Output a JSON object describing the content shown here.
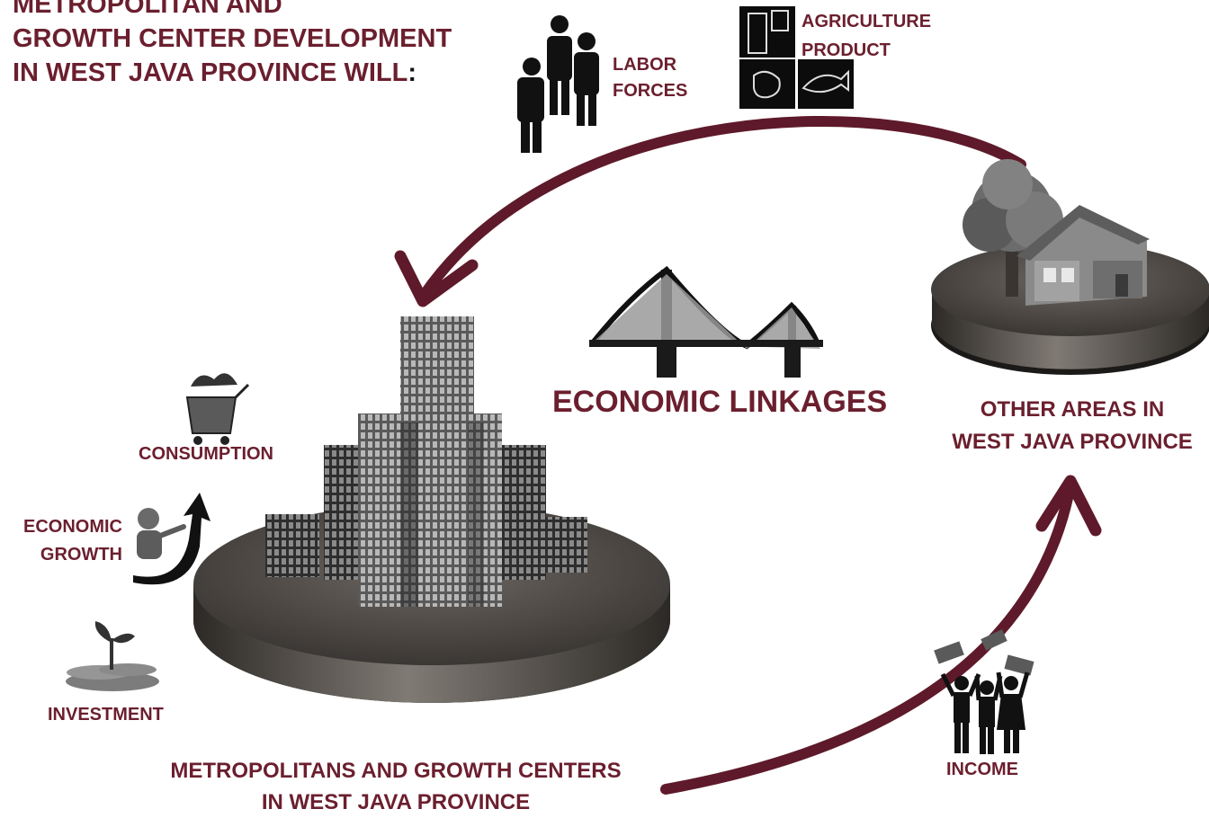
{
  "title": {
    "line1": "METROPOLITAN AND",
    "line2": "GROWTH CENTER DEVELOPMENT",
    "line3": "IN WEST JAVA PROVINCE WILL",
    "line3_suffix": ":"
  },
  "labels": {
    "labor_forces_1": "LABOR",
    "labor_forces_2": "FORCES",
    "agriculture_1": "AGRICULTURE",
    "agriculture_2": "PRODUCT",
    "economic_linkages": "ECONOMIC LINKAGES",
    "other_areas_1": "OTHER AREAS IN",
    "other_areas_2": "WEST JAVA PROVINCE",
    "consumption": "CONSUMPTION",
    "economic_growth_1": "ECONOMIC",
    "economic_growth_2": "GROWTH",
    "investment": "INVESTMENT",
    "metro_1": "METROPOLITANS AND GROWTH CENTERS",
    "metro_2": "IN WEST JAVA PROVINCE",
    "income": "INCOME"
  },
  "colors": {
    "accent": "#6b1f2e",
    "arrow": "#5e1a2a",
    "platform": "#4a4541",
    "icon": "#111111"
  }
}
